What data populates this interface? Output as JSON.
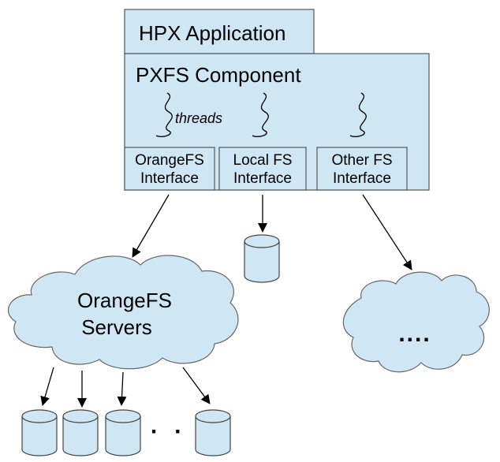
{
  "app_box": {
    "label": "HPX Application"
  },
  "component_box": {
    "label": "PXFS Component",
    "threads_label": "threads",
    "interfaces": [
      {
        "line1": "OrangeFS",
        "line2": "Interface"
      },
      {
        "line1": "Local FS",
        "line2": "Interface"
      },
      {
        "line1": "Other FS",
        "line2": "Interface"
      }
    ]
  },
  "orangefs_cloud": {
    "line1": "OrangeFS",
    "line2": "Servers"
  },
  "other_cloud": {
    "label": "...."
  },
  "disks_ellipsis": "· ·",
  "colors": {
    "fill": "#cfe7f5",
    "stroke": "#555555"
  }
}
